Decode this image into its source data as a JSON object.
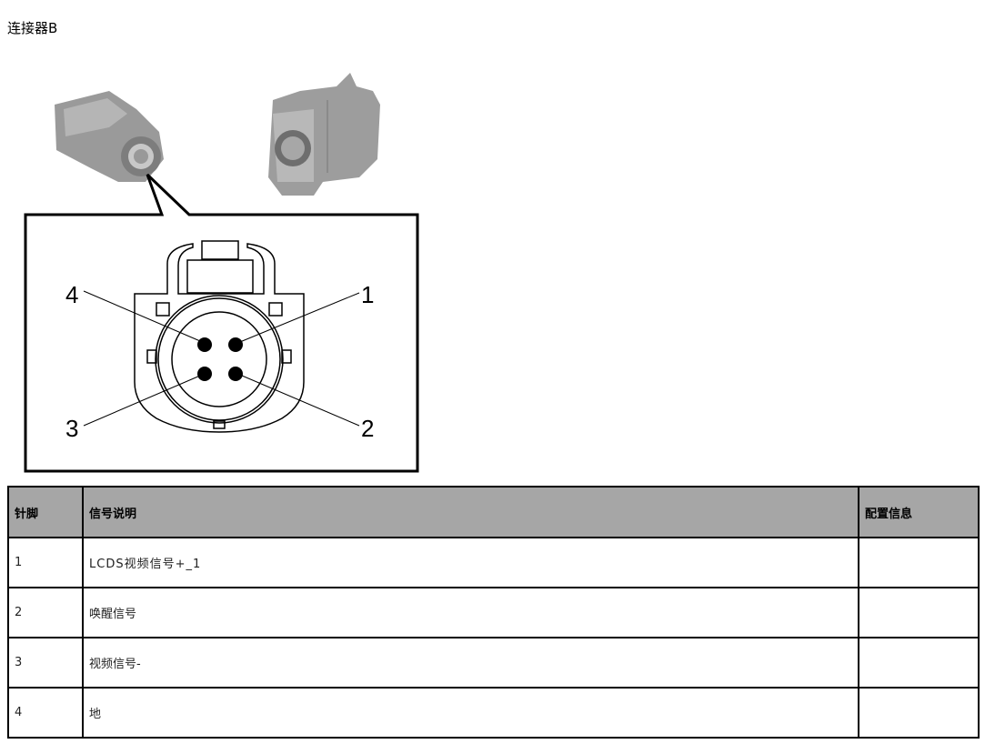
{
  "title": "连接器B",
  "diagram": {
    "pin_labels": [
      "1",
      "2",
      "3",
      "4"
    ]
  },
  "table": {
    "headers": [
      "针脚",
      "信号说明",
      "配置信息"
    ],
    "rows": [
      {
        "pin": "1",
        "desc": "LCDS视频信号+_1",
        "config": ""
      },
      {
        "pin": "2",
        "desc": "唤醒信号",
        "config": ""
      },
      {
        "pin": "3",
        "desc": "视频信号-",
        "config": ""
      },
      {
        "pin": "4",
        "desc": "地",
        "config": ""
      }
    ]
  }
}
